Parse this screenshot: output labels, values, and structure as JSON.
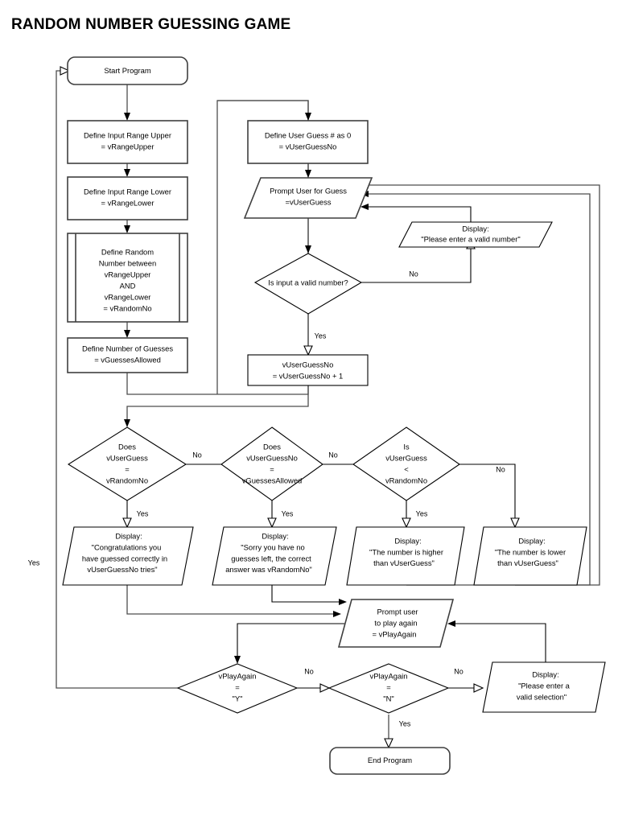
{
  "title": "RANDOM NUMBER GUESSING GAME",
  "chart_data": {
    "type": "diagram",
    "diagram_kind": "flowchart",
    "title": "RANDOM NUMBER GUESSING GAME",
    "nodes": [
      {
        "id": "start",
        "shape": "terminator",
        "lines": [
          "Start Program"
        ]
      },
      {
        "id": "def_upper",
        "shape": "process",
        "lines": [
          "Define Input Range Upper",
          "= vRangeUpper"
        ]
      },
      {
        "id": "def_lower",
        "shape": "process",
        "lines": [
          "Define Input Range Lower",
          "= vRangeLower"
        ]
      },
      {
        "id": "def_random",
        "shape": "predefined-process",
        "lines": [
          "Define Random",
          "Number between",
          "vRangeUpper",
          "AND",
          "vRangeLower",
          "= vRandomNo"
        ]
      },
      {
        "id": "def_guesses",
        "shape": "process",
        "lines": [
          "Define Number of Guesses",
          "= vGuessesAllowed"
        ]
      },
      {
        "id": "def_guessno",
        "shape": "process",
        "lines": [
          "Define User Guess # as 0",
          "= vUserGuessNo"
        ]
      },
      {
        "id": "prompt_guess",
        "shape": "io",
        "lines": [
          "Prompt User for Guess",
          "=vUserGuess"
        ]
      },
      {
        "id": "valid_check",
        "shape": "decision",
        "lines": [
          "Is input a valid number?"
        ]
      },
      {
        "id": "msg_invalid_num",
        "shape": "io",
        "lines": [
          "Display:",
          "\"Please enter a valid number\""
        ]
      },
      {
        "id": "increment",
        "shape": "process",
        "lines": [
          "vUserGuessNo",
          "= vUserGuessNo + 1"
        ]
      },
      {
        "id": "dec_correct",
        "shape": "decision",
        "lines": [
          "Does",
          "vUserGuess",
          "=",
          "vRandomNo"
        ]
      },
      {
        "id": "dec_outofguesses",
        "shape": "decision",
        "lines": [
          "Does",
          "vUserGuessNo",
          "=",
          "vGuessesAllowed"
        ]
      },
      {
        "id": "dec_lower",
        "shape": "decision",
        "lines": [
          "Is",
          "vUserGuess",
          "<",
          "vRandomNo"
        ]
      },
      {
        "id": "msg_congrats",
        "shape": "io",
        "lines": [
          "Display:",
          "\"Congratulations you",
          "have guessed correctly in",
          "vUserGuessNo tries\""
        ],
        "italic_lines": [
          3
        ]
      },
      {
        "id": "msg_sorry",
        "shape": "io",
        "lines": [
          "Display:",
          "\"Sorry you have no",
          "guesses left, the correct",
          "answer was vRandomNo\""
        ],
        "italic_lines": [
          3
        ]
      },
      {
        "id": "msg_higher",
        "shape": "io",
        "lines": [
          "Display:",
          "\"The number is higher",
          "than vUserGuess\""
        ],
        "italic_lines": [
          2
        ]
      },
      {
        "id": "msg_lower",
        "shape": "io",
        "lines": [
          "Display:",
          "\"The number is lower",
          "than vUserGuess\""
        ],
        "italic_lines": [
          2
        ]
      },
      {
        "id": "prompt_again",
        "shape": "io",
        "lines": [
          "Prompt user",
          "to play again",
          "= vPlayAgain"
        ]
      },
      {
        "id": "dec_playy",
        "shape": "decision",
        "lines": [
          "vPlayAgain",
          "=",
          "\"Y\""
        ]
      },
      {
        "id": "dec_playn",
        "shape": "decision",
        "lines": [
          "vPlayAgain",
          "=",
          "\"N\""
        ]
      },
      {
        "id": "msg_invalid_sel",
        "shape": "io",
        "lines": [
          "Display:",
          "\"Please enter a",
          "valid selection\""
        ]
      },
      {
        "id": "end",
        "shape": "terminator",
        "lines": [
          "End Program"
        ]
      }
    ],
    "edge_labels": [
      {
        "id": "valid-no",
        "text": "No",
        "from": "valid_check",
        "to": "msg_invalid_num"
      },
      {
        "id": "valid-yes",
        "text": "Yes",
        "from": "valid_check",
        "to": "increment"
      },
      {
        "id": "correct-no",
        "text": "No",
        "from": "dec_correct",
        "to": "dec_outofguesses"
      },
      {
        "id": "correct-yes",
        "text": "Yes",
        "from": "dec_correct",
        "to": "msg_congrats"
      },
      {
        "id": "outguesses-no",
        "text": "No",
        "from": "dec_outofguesses",
        "to": "dec_lower"
      },
      {
        "id": "outguesses-yes",
        "text": "Yes",
        "from": "dec_outofguesses",
        "to": "msg_sorry"
      },
      {
        "id": "lower-no",
        "text": "No",
        "from": "dec_lower",
        "to": "msg_lower"
      },
      {
        "id": "lower-yes",
        "text": "Yes",
        "from": "dec_lower",
        "to": "msg_higher"
      },
      {
        "id": "playy-yes",
        "text": "Yes",
        "from": "dec_playy",
        "to": "start"
      },
      {
        "id": "playy-no",
        "text": "No",
        "from": "dec_playy",
        "to": "dec_playn"
      },
      {
        "id": "playn-no",
        "text": "No",
        "from": "dec_playn",
        "to": "msg_invalid_sel"
      },
      {
        "id": "playn-yes",
        "text": "Yes",
        "from": "dec_playn",
        "to": "end"
      }
    ],
    "variables": [
      "vRangeUpper",
      "vRangeLower",
      "vRandomNo",
      "vGuessesAllowed",
      "vUserGuessNo",
      "vUserGuess",
      "vPlayAgain"
    ]
  },
  "nodes": {
    "start": {
      "l1": "Start Program"
    },
    "def_upper": {
      "l1": "Define Input Range Upper",
      "l2": "= vRangeUpper"
    },
    "def_lower": {
      "l1": "Define Input Range Lower",
      "l2": "= vRangeLower"
    },
    "def_random": {
      "l1": "Define Random",
      "l2": "Number between",
      "l3": "vRangeUpper",
      "l4": "AND",
      "l5": "vRangeLower",
      "l6": "= vRandomNo"
    },
    "def_guesses": {
      "l1": "Define Number of Guesses",
      "l2": "= vGuessesAllowed"
    },
    "def_guessno": {
      "l1": "Define User Guess # as 0",
      "l2": "= vUserGuessNo"
    },
    "prompt_guess": {
      "l1": "Prompt User for Guess",
      "l2": "=vUserGuess"
    },
    "valid_check": {
      "l1": "Is input a valid number?"
    },
    "msg_invalid_num": {
      "l1": "Display:",
      "l2": "\"Please enter a valid number\""
    },
    "increment": {
      "l1": "vUserGuessNo",
      "l2": "= vUserGuessNo + 1"
    },
    "dec_correct": {
      "l1": "Does",
      "l2": "vUserGuess",
      "l3": "=",
      "l4": "vRandomNo"
    },
    "dec_outofguesses": {
      "l1": "Does",
      "l2": "vUserGuessNo",
      "l3": "=",
      "l4": "vGuessesAllowed"
    },
    "dec_lower": {
      "l1": "Is",
      "l2": "vUserGuess",
      "l3": "<",
      "l4": "vRandomNo"
    },
    "msg_congrats": {
      "l1": "Display:",
      "l2": "\"Congratulations you",
      "l3": "have guessed correctly in",
      "l4a": "vUserGuessNo",
      "l4b": " tries\""
    },
    "msg_sorry": {
      "l1": "Display:",
      "l2": "\"Sorry you have no",
      "l3": "guesses left, the correct",
      "l4a": "answer was ",
      "l4b": "vRandomNo\""
    },
    "msg_higher": {
      "l1": "Display:",
      "l2": "\"The number is higher",
      "l3a": "than ",
      "l3b": "vUserGuess\""
    },
    "msg_lower": {
      "l1": "Display:",
      "l2": "\"The number is lower",
      "l3a": "than ",
      "l3b": "vUserGuess\""
    },
    "prompt_again": {
      "l1": "Prompt user",
      "l2": "to play again",
      "l3": "= vPlayAgain"
    },
    "dec_playy": {
      "l1": "vPlayAgain",
      "l2": "=",
      "l3": "\"Y\""
    },
    "dec_playn": {
      "l1": "vPlayAgain",
      "l2": "=",
      "l3": "\"N\""
    },
    "msg_invalid_sel": {
      "l1": "Display:",
      "l2": "\"Please enter a",
      "l3": "valid selection\""
    },
    "end": {
      "l1": "End Program"
    }
  },
  "labels": {
    "valid_no": "No",
    "valid_yes": "Yes",
    "correct_no": "No",
    "correct_yes": "Yes",
    "outguesses_no": "No",
    "outguesses_yes": "Yes",
    "lower_no": "No",
    "lower_yes": "Yes",
    "playy_yes": "Yes",
    "playy_no": "No",
    "playn_no": "No",
    "playn_yes": "Yes"
  },
  "colors": {
    "background": "#ffffff",
    "shape_stroke": "#3f3f3f",
    "line_stroke": "#4d4d4d",
    "text": "#000000"
  }
}
